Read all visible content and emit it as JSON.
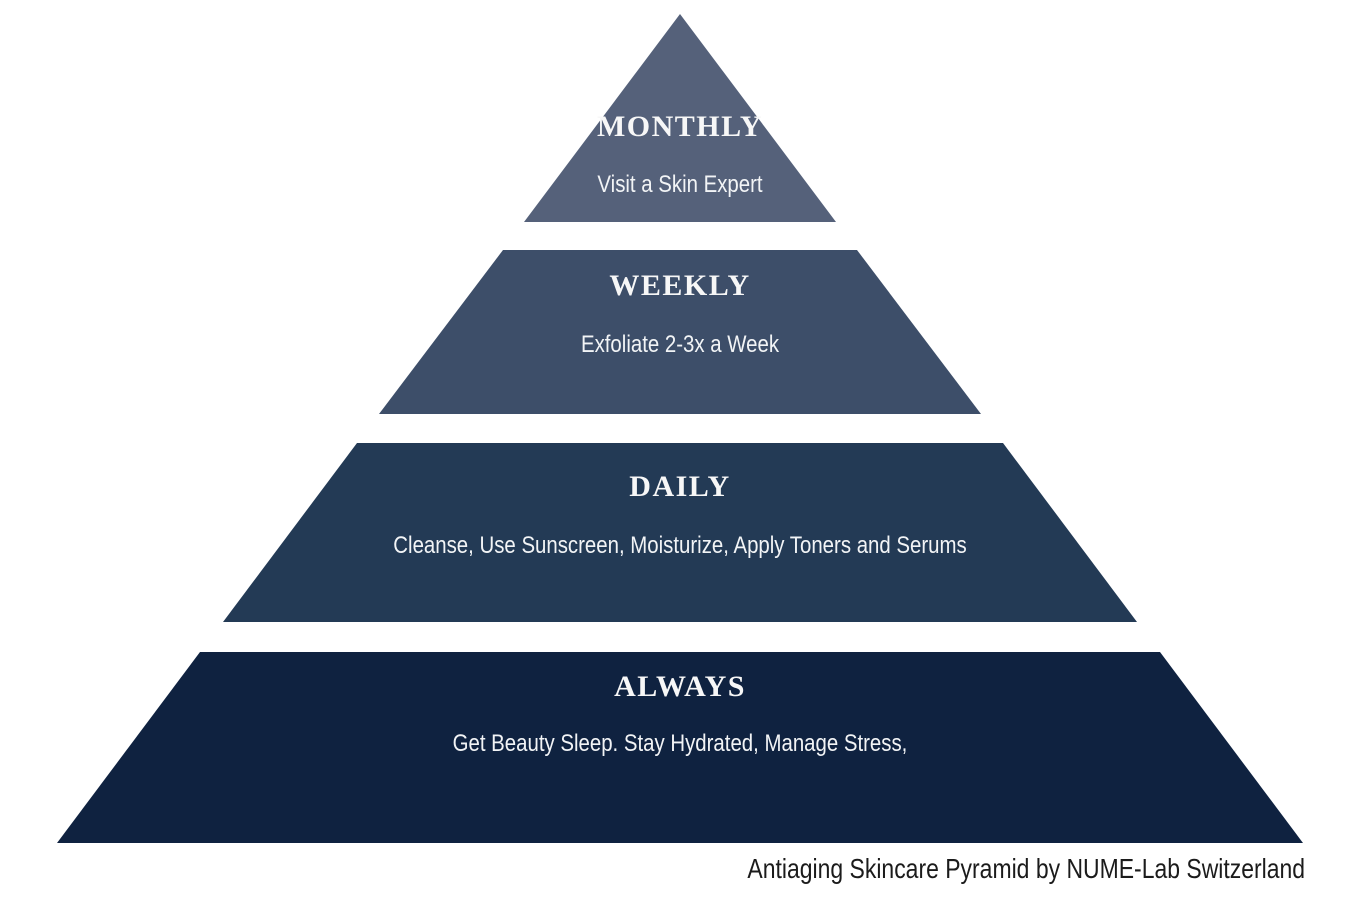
{
  "diagram": {
    "title_caption": "Antiaging Skincare Pyramid by NUME-Lab Switzerland",
    "caption_color": "#1b1b1b",
    "background_color": "#ffffff",
    "text_color": "#f7f7f7"
  },
  "pyramid": {
    "type": "four-tier-pyramid",
    "tiers": [
      {
        "label": "MONTHLY",
        "description": "Visit a Skin Expert",
        "color": "#55617a"
      },
      {
        "label": "WEEKLY",
        "description": "Exfoliate 2-3x a Week",
        "color": "#3d4e69"
      },
      {
        "label": "DAILY",
        "description": "Cleanse, Use Sunscreen, Moisturize, Apply Toners and Serums",
        "color": "#233a55"
      },
      {
        "label": "ALWAYS",
        "description": "Get Beauty Sleep. Stay Hydrated, Manage Stress,",
        "color": "#0f2240"
      }
    ]
  }
}
